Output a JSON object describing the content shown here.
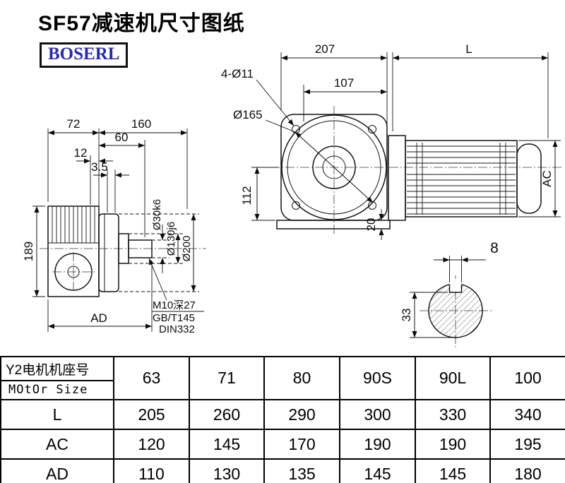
{
  "colors": {
    "brand": "#2a2aad",
    "ink": "#0c0c0c"
  },
  "page": {
    "title": "SF57减速机尺寸图纸",
    "brand": "BOSERL"
  },
  "front_view": {
    "width_207": "207",
    "motor_length": "L",
    "bolt_holes": "4-Ø11",
    "dim_107": "107",
    "flange_circle": "Ø165",
    "dim_112": "112",
    "dim_20": "20",
    "motor_dia": "AC"
  },
  "side_view": {
    "dim_72": "72",
    "dim_160": "160",
    "dim_60": "60",
    "dim_12": "12",
    "dim_3_5": "3.5",
    "dim_189": "189",
    "dim_AD": "AD",
    "shaft_dia": "Ø30k6",
    "pilot_dia": "Ø130j6",
    "flange_dia": "Ø200",
    "tap_note": "M10深27",
    "gb_note": "GB/T145",
    "din_note": "DIN332"
  },
  "key_section": {
    "key_width": "8",
    "dim_33": "33"
  },
  "table": {
    "header_cn": "Y2电机机座号",
    "header_en": "MOtOr Size",
    "sizes": [
      "63",
      "71",
      "80",
      "90S",
      "90L",
      "100"
    ],
    "rows": [
      {
        "label": "L",
        "values": [
          "205",
          "260",
          "290",
          "300",
          "330",
          "340"
        ]
      },
      {
        "label": "AC",
        "values": [
          "120",
          "145",
          "170",
          "190",
          "190",
          "195"
        ]
      },
      {
        "label": "AD",
        "values": [
          "110",
          "130",
          "135",
          "145",
          "145",
          "180"
        ]
      }
    ]
  }
}
